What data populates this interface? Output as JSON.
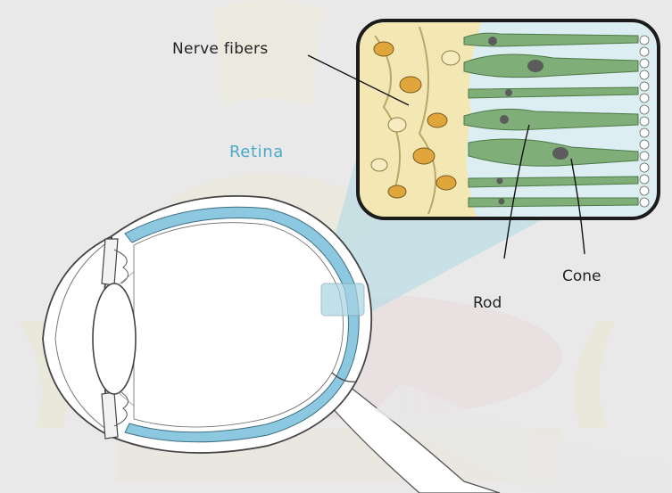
{
  "labels": {
    "nerve_fibers": "Nerve fibers",
    "retina": "Retina",
    "rod": "Rod",
    "cone": "Cone"
  },
  "colors": {
    "background": "#e9e9e9",
    "retina_blue": "#8cc8df",
    "retina_label": "#4ea8c9",
    "cell_green": "#7fae78",
    "nerve_yellow": "#f3e7b0",
    "nerve_orange": "#e0a63c"
  },
  "icons": {
    "eye": "eye-cross-section-icon",
    "retina_detail": "retina-cell-layer-icon",
    "watermark": "emblem-watermark-icon"
  }
}
